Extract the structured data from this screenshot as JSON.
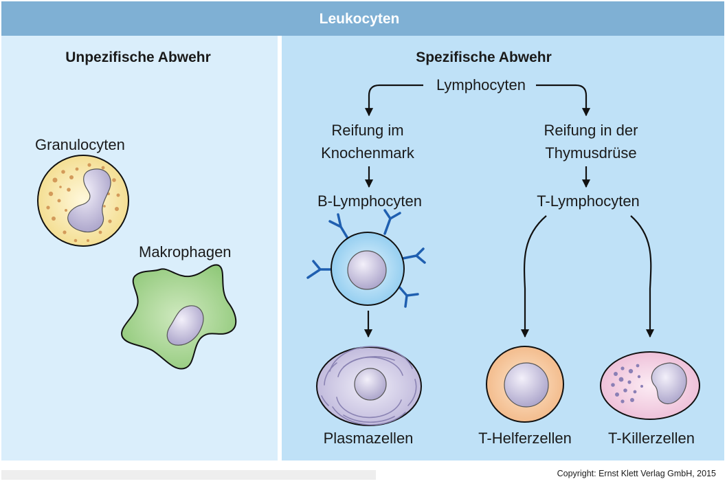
{
  "header": {
    "title": "Leukocyten"
  },
  "left": {
    "heading": "Unpezifische Abwehr",
    "granulocyte_label": "Granulocyten",
    "macrophage_label": "Makrophagen"
  },
  "right": {
    "heading": "Spezifische Abwehr",
    "lymphocytes": "Lymphocyten",
    "bone_marrow": [
      "Reifung im",
      "Knochenmark"
    ],
    "thymus": [
      "Reifung in der",
      "Thymusdrüse"
    ],
    "b_lymph": "B-Lymphocyten",
    "t_lymph": "T-Lymphocyten",
    "plasma": "Plasmazellen",
    "t_helper": "T-Helferzellen",
    "t_killer": "T-Killerzellen"
  },
  "footer": {
    "copyright": "Copyright: Ernst Klett Verlag GmbH, 2015"
  },
  "colors": {
    "header": "#7fb0d4",
    "left_panel": "#daeefb",
    "right_panel": "#bfe1f7",
    "antibody": "#1f5fb0"
  }
}
